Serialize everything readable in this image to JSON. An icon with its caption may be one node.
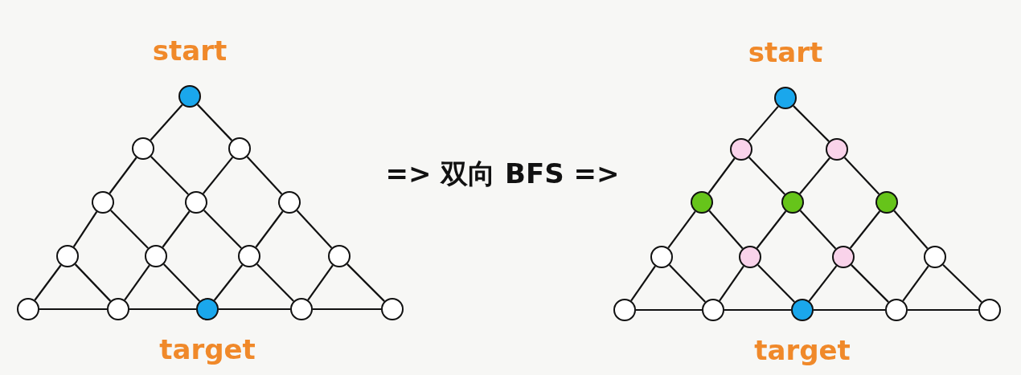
{
  "diagram": {
    "nodes": [
      {
        "text": [],
        "shape": "circle",
        "beside": [
          "start"
        ]
      },
      {
        "text": [],
        "shape": "circle"
      },
      {
        "text": [],
        "shape": "circle"
      },
      {
        "text": [],
        "shape": "circle"
      },
      {
        "text": [],
        "shape": "circle"
      },
      {
        "text": [],
        "shape": "circle"
      },
      {
        "text": [],
        "shape": "circle"
      },
      {
        "text": [],
        "shape": "circle"
      },
      {
        "text": [],
        "shape": "circle"
      },
      {
        "text": [],
        "shape": "circle"
      },
      {
        "text": [],
        "shape": "circle"
      },
      {
        "text": [],
        "shape": "circle"
      },
      {
        "text": [],
        "shape": "circle",
        "beside": [
          "target"
        ]
      },
      {
        "text": [],
        "shape": "circle"
      },
      {
        "text": [],
        "shape": "circle"
      },
      {
        "text": [],
        "shape": "circle",
        "beside": [
          "start"
        ]
      },
      {
        "text": [],
        "shape": "circle"
      },
      {
        "text": [],
        "shape": "circle"
      },
      {
        "text": [],
        "shape": "circle"
      },
      {
        "text": [],
        "shape": "circle"
      },
      {
        "text": [],
        "shape": "circle"
      },
      {
        "text": [],
        "shape": "circle"
      },
      {
        "text": [],
        "shape": "circle"
      },
      {
        "text": [],
        "shape": "circle"
      },
      {
        "text": [],
        "shape": "circle"
      },
      {
        "text": [],
        "shape": "circle"
      },
      {
        "text": [],
        "shape": "circle"
      },
      {
        "text": [],
        "shape": "circle",
        "beside": [
          "target"
        ]
      },
      {
        "text": [],
        "shape": "circle"
      },
      {
        "text": [],
        "shape": "circle"
      }
    ],
    "edges": [
      {
        "from": 0,
        "to": 1,
        "arrow": "none"
      },
      {
        "from": 0,
        "to": 2,
        "arrow": "none"
      },
      {
        "from": 1,
        "to": 3,
        "arrow": "none"
      },
      {
        "from": 1,
        "to": 4,
        "arrow": "none"
      },
      {
        "from": 2,
        "to": 4,
        "arrow": "none"
      },
      {
        "from": 2,
        "to": 5,
        "arrow": "none"
      },
      {
        "from": 3,
        "to": 6,
        "arrow": "none"
      },
      {
        "from": 3,
        "to": 7,
        "arrow": "none"
      },
      {
        "from": 4,
        "to": 7,
        "arrow": "none"
      },
      {
        "from": 4,
        "to": 8,
        "arrow": "none"
      },
      {
        "from": 5,
        "to": 8,
        "arrow": "none"
      },
      {
        "from": 5,
        "to": 9,
        "arrow": "none"
      },
      {
        "from": 6,
        "to": 10,
        "arrow": "none"
      },
      {
        "from": 6,
        "to": 11,
        "arrow": "none"
      },
      {
        "from": 7,
        "to": 11,
        "arrow": "none"
      },
      {
        "from": 7,
        "to": 12,
        "arrow": "none"
      },
      {
        "from": 8,
        "to": 12,
        "arrow": "none"
      },
      {
        "from": 8,
        "to": 13,
        "arrow": "none"
      },
      {
        "from": 9,
        "to": 13,
        "arrow": "none"
      },
      {
        "from": 9,
        "to": 14,
        "arrow": "none"
      },
      {
        "from": 10,
        "to": 11,
        "arrow": "none"
      },
      {
        "from": 11,
        "to": 12,
        "arrow": "none"
      },
      {
        "from": 12,
        "to": 13,
        "arrow": "none"
      },
      {
        "from": 13,
        "to": 14,
        "arrow": "none"
      },
      {
        "from": 15,
        "to": 16,
        "arrow": "none"
      },
      {
        "from": 15,
        "to": 17,
        "arrow": "none"
      },
      {
        "from": 16,
        "to": 18,
        "arrow": "none"
      },
      {
        "from": 16,
        "to": 19,
        "arrow": "none"
      },
      {
        "from": 17,
        "to": 19,
        "arrow": "none"
      },
      {
        "from": 17,
        "to": 20,
        "arrow": "none"
      },
      {
        "from": 18,
        "to": 21,
        "arrow": "none"
      },
      {
        "from": 18,
        "to": 22,
        "arrow": "none"
      },
      {
        "from": 19,
        "to": 22,
        "arrow": "none"
      },
      {
        "from": 19,
        "to": 23,
        "arrow": "none"
      },
      {
        "from": 20,
        "to": 23,
        "arrow": "none"
      },
      {
        "from": 20,
        "to": 24,
        "arrow": "none"
      },
      {
        "from": 21,
        "to": 25,
        "arrow": "none"
      },
      {
        "from": 21,
        "to": 26,
        "arrow": "none"
      },
      {
        "from": 22,
        "to": 26,
        "arrow": "none"
      },
      {
        "from": 22,
        "to": 27,
        "arrow": "none"
      },
      {
        "from": 23,
        "to": 27,
        "arrow": "none"
      },
      {
        "from": 23,
        "to": 28,
        "arrow": "none"
      },
      {
        "from": 24,
        "to": 28,
        "arrow": "none"
      },
      {
        "from": 24,
        "to": 29,
        "arrow": "none"
      },
      {
        "from": 25,
        "to": 26,
        "arrow": "none"
      },
      {
        "from": 26,
        "to": 27,
        "arrow": "none"
      },
      {
        "from": 27,
        "to": 28,
        "arrow": "none"
      },
      {
        "from": 28,
        "to": 29,
        "arrow": "none"
      }
    ],
    "labels": [
      "=> 双向 BFS =>"
    ]
  }
}
